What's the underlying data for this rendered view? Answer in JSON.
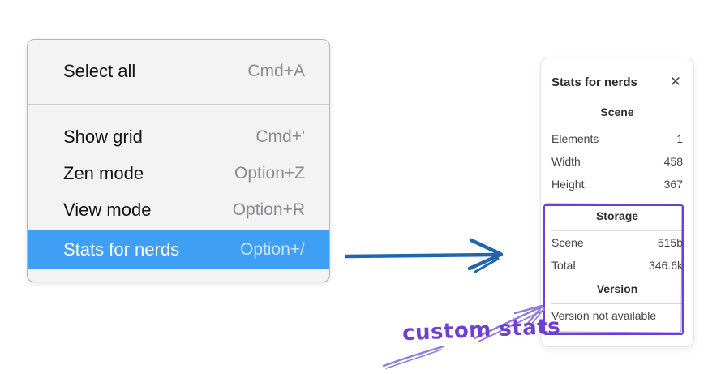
{
  "menu": {
    "items": [
      {
        "label": "Select all",
        "shortcut": "Cmd+A",
        "selected": false
      },
      {
        "label": "Show grid",
        "shortcut": "Cmd+'",
        "selected": false
      },
      {
        "label": "Zen mode",
        "shortcut": "Option+Z",
        "selected": false
      },
      {
        "label": "View mode",
        "shortcut": "Option+R",
        "selected": false
      },
      {
        "label": "Stats for nerds",
        "shortcut": "Option+/",
        "selected": true
      }
    ]
  },
  "panel": {
    "title": "Stats for nerds",
    "close_icon": "✕",
    "sections": [
      {
        "header": "Scene",
        "rows": [
          {
            "label": "Elements",
            "value": "1"
          },
          {
            "label": "Width",
            "value": "458"
          },
          {
            "label": "Height",
            "value": "367"
          }
        ]
      },
      {
        "header": "Storage",
        "rows": [
          {
            "label": "Scene",
            "value": "515b"
          },
          {
            "label": "Total",
            "value": "346.6k"
          }
        ]
      },
      {
        "header": "Version",
        "note": "Version not available"
      }
    ]
  },
  "annotation": {
    "label": "custom stats"
  },
  "colors": {
    "menu_highlight": "#3f9ff4",
    "menu_bg": "#f3f3f4",
    "flow_arrow_blue": "#1e66ae",
    "annotation_purple": "#6741d9",
    "annotation_arrow_purple": "#8d7ae2"
  }
}
